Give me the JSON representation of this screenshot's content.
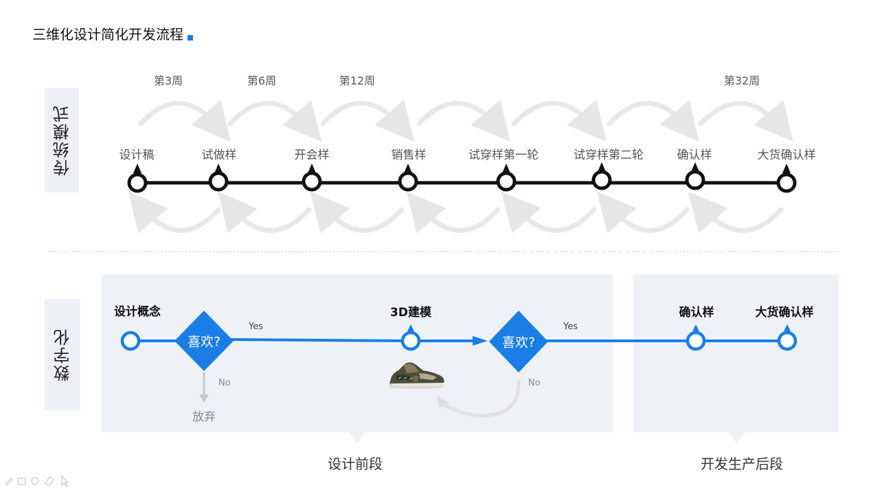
{
  "title": "三维化设计简化开发流程",
  "traditional": {
    "side_label": "传统模式",
    "weeks": [
      "第3周",
      "第6周",
      "第12周",
      "第32周"
    ],
    "steps": [
      "设计稿",
      "试做样",
      "开会样",
      "销售样",
      "试穿样第一轮",
      "试穿样第二轮",
      "确认样",
      "大货确认样"
    ]
  },
  "digital": {
    "side_label": "数字化",
    "node_design_concept": "设计概念",
    "node_3d": "3D建模",
    "node_confirm": "确认样",
    "node_bulk": "大货确认样",
    "decision_1": "喜欢?",
    "decision_2": "喜欢?",
    "yes_1": "Yes",
    "yes_2": "Yes",
    "no_1": "No",
    "no_2": "No",
    "give_up": "放弃",
    "stage_front": "设计前段",
    "stage_back": "开发生产后段"
  },
  "colors": {
    "accent": "#1a7ee6",
    "timeline": "#111111",
    "arrow_grey": "#e6e6e6",
    "panel": "#eef2f7"
  }
}
